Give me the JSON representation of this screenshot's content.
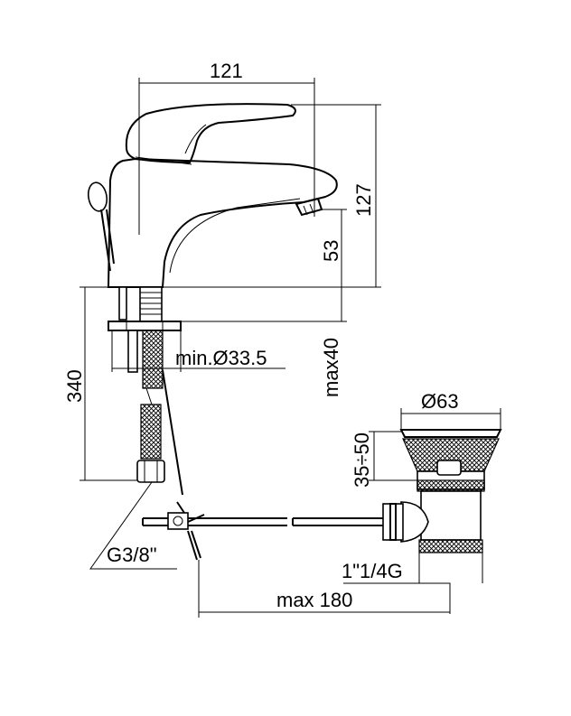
{
  "drawing": {
    "dimensions": {
      "width_121": "121",
      "height_127": "127",
      "spout_53": "53",
      "max40": "max40",
      "hole_min": "min.Ø33.5",
      "length_340": "340",
      "g38": "G3/8\"",
      "drain_d63": "Ø63",
      "drain_35_50": "35÷50",
      "thread_114": "1\"1/4G",
      "max180": "max 180"
    }
  }
}
